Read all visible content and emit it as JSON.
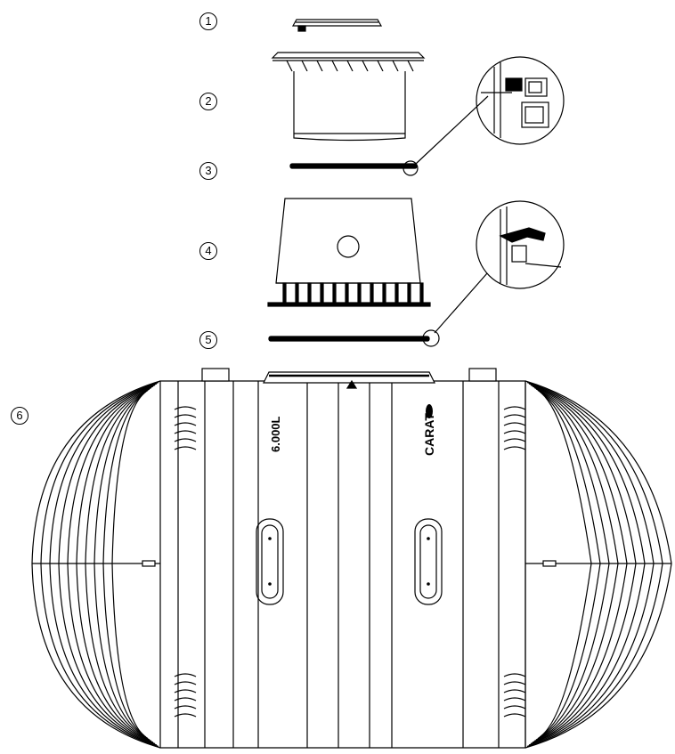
{
  "callouts": [
    {
      "id": 1,
      "label": "1"
    },
    {
      "id": 2,
      "label": "2"
    },
    {
      "id": 3,
      "label": "3"
    },
    {
      "id": 4,
      "label": "4"
    },
    {
      "id": 5,
      "label": "5"
    },
    {
      "id": 6,
      "label": "6"
    }
  ],
  "tank": {
    "volume_label": "6.000L",
    "brand_label": "CARAT"
  },
  "colors": {
    "line": "#000000",
    "background": "#ffffff"
  }
}
